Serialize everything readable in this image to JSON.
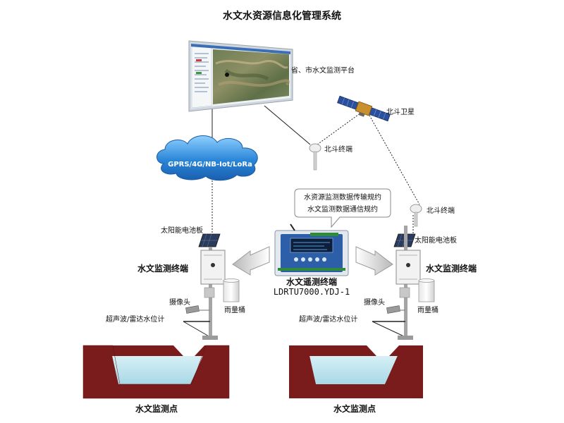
{
  "title": "水文水资源信息化管理系统",
  "platform_label": "省、市水文监测平台",
  "satellite_label": "北斗卫星",
  "beidou_terminal_left": "北斗终端",
  "beidou_terminal_right": "北斗终端",
  "network_label": "GPRS/4G/NB-Iot/LoRa",
  "protocol": {
    "line1": "水资源监测数据传输规约",
    "line2": "水文监测数据通信规约"
  },
  "center_device": {
    "name": "水文遥测终端",
    "model": "LDRTU7000.YDJ-1"
  },
  "left_station": {
    "solar_panel": "太阳能电池板",
    "terminal": "水文监测终端",
    "camera": "摄像头",
    "rain_gauge": "雨量桶",
    "level_meter": "超声波/雷达水位计",
    "point": "水文监测点"
  },
  "right_station": {
    "solar_panel": "太阳能电池板",
    "terminal": "水文监测终端",
    "camera": "摄像头",
    "rain_gauge": "雨量桶",
    "level_meter": "超声波/雷达水位计",
    "point": "水文监测点"
  },
  "colors": {
    "earth": "#7a1c1c",
    "water": "#bfe4ee",
    "cloud": "#2a86d8",
    "device_blue": "#2c5fa8",
    "pole": "#9a9a9a"
  }
}
